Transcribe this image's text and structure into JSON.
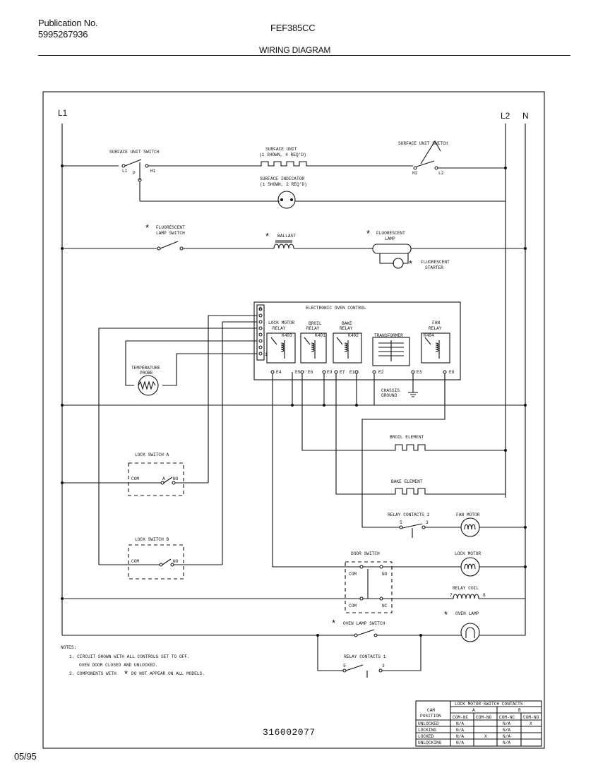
{
  "header": {
    "publication_label": "Publication No.",
    "publication_number": "5995267936",
    "model": "FEF385CC",
    "title": "WIRING DIAGRAM",
    "date": "05/95",
    "doc_number": "316002077"
  },
  "terminals": {
    "l1": "L1",
    "l2": "L2",
    "n": "N"
  },
  "components": {
    "surface_unit_switch_left": "SURFACE UNIT SWITCH",
    "surface_unit": "SURFACE UNIT",
    "surface_unit_note": "(1 SHOWN, 4 REQ'D)",
    "surface_unit_switch_right": "SURFACE UNIT SWITCH",
    "surface_indicator": "SURFACE INDICATOR",
    "surface_indicator_note": "(1 SHOWN, 2 REQ'D)",
    "fluorescent_lamp_switch_1": "FLUORESCENT",
    "fluorescent_lamp_switch_2": "LAMP SWITCH",
    "ballast": "BALLAST",
    "fluorescent_lamp_1": "FLUORESCENT",
    "fluorescent_lamp_2": "LAMP",
    "fluorescent_starter_1": "FLUORESCENT",
    "fluorescent_starter_2": "STARTER",
    "eoc": "ELECTRONIC OVEN CONTROL",
    "lock_motor_relay_1": "LOCK MOTOR",
    "lock_motor_relay_2": "RELAY",
    "broil_relay_1": "BROIL",
    "broil_relay_2": "RELAY",
    "bake_relay_1": "BAKE",
    "bake_relay_2": "RELAY",
    "transformer": "TRANSFORMER",
    "fan_relay_1": "FAN",
    "fan_relay_2": "RELAY",
    "temp_probe_1": "TEMPERATURE",
    "temp_probe_2": "PROBE",
    "chassis_ground_1": "CHASSIS",
    "chassis_ground_2": "GROUND",
    "broil_element": "BROIL ELEMENT",
    "bake_element": "BAKE ELEMENT",
    "lock_switch_a": "LOCK SWITCH A",
    "lock_switch_b": "LOCK SWITCH B",
    "relay_contacts_2": "RELAY CONTACTS 2",
    "fan_motor": "FAN MOTOR",
    "door_switch": "DOOR SWITCH",
    "lock_motor": "LOCK MOTOR",
    "relay_coil": "RELAY COIL",
    "oven_lamp_switch": "OVEN LAMP SWITCH",
    "oven_lamp": "OVEN LAMP",
    "relay_contacts_1": "RELAY CONTACTS 1"
  },
  "pins": {
    "l1": "L1",
    "p": "P",
    "h1": "H1",
    "h2": "H2",
    "l2": "L2",
    "k403": "K403",
    "k401": "K401",
    "k402": "K402",
    "k404": "K404",
    "e4": "E4",
    "e5": "E5",
    "e6": "E6",
    "e9": "E9",
    "e7": "E7",
    "e1": "E1",
    "e2": "E2",
    "e3": "E3",
    "e8": "E8",
    "pin8": "8",
    "pin1": "1",
    "com": "COM",
    "nc": "NC",
    "no": "NO",
    "a": "A",
    "p5": "5",
    "p3": "3",
    "p7": "7",
    "p8": "8"
  },
  "notes": {
    "title": "NOTES:",
    "line1": "1.  CIRCUIT SHOWN WITH ALL CONTROLS SET TO OFF.",
    "line2": "OVEN DOOR CLOSED AND UNLOCKED.",
    "line3": "2.  COMPONENTS WITH",
    "line3b": "DO NOT APPEAR ON ALL MODELS."
  },
  "cam_table": {
    "title": "LOCK MOTOR SWITCH CONTACTS",
    "cam_label_1": "CAM",
    "cam_label_2": "POSITION",
    "group_a": "A",
    "group_b": "B",
    "columns": [
      "COM-NC",
      "COM-NO",
      "COM-NC",
      "COM-NO"
    ],
    "rows": [
      {
        "position": "UNLOCKED",
        "cells": [
          "N/A",
          "",
          "N/A",
          "X"
        ]
      },
      {
        "position": "LOCKING",
        "cells": [
          "N/A",
          "",
          "N/A",
          ""
        ]
      },
      {
        "position": "LOCKED",
        "cells": [
          "N/A",
          "X",
          "N/A",
          ""
        ]
      },
      {
        "position": "UNLOCKING",
        "cells": [
          "N/A",
          "",
          "N/A",
          ""
        ]
      }
    ]
  }
}
